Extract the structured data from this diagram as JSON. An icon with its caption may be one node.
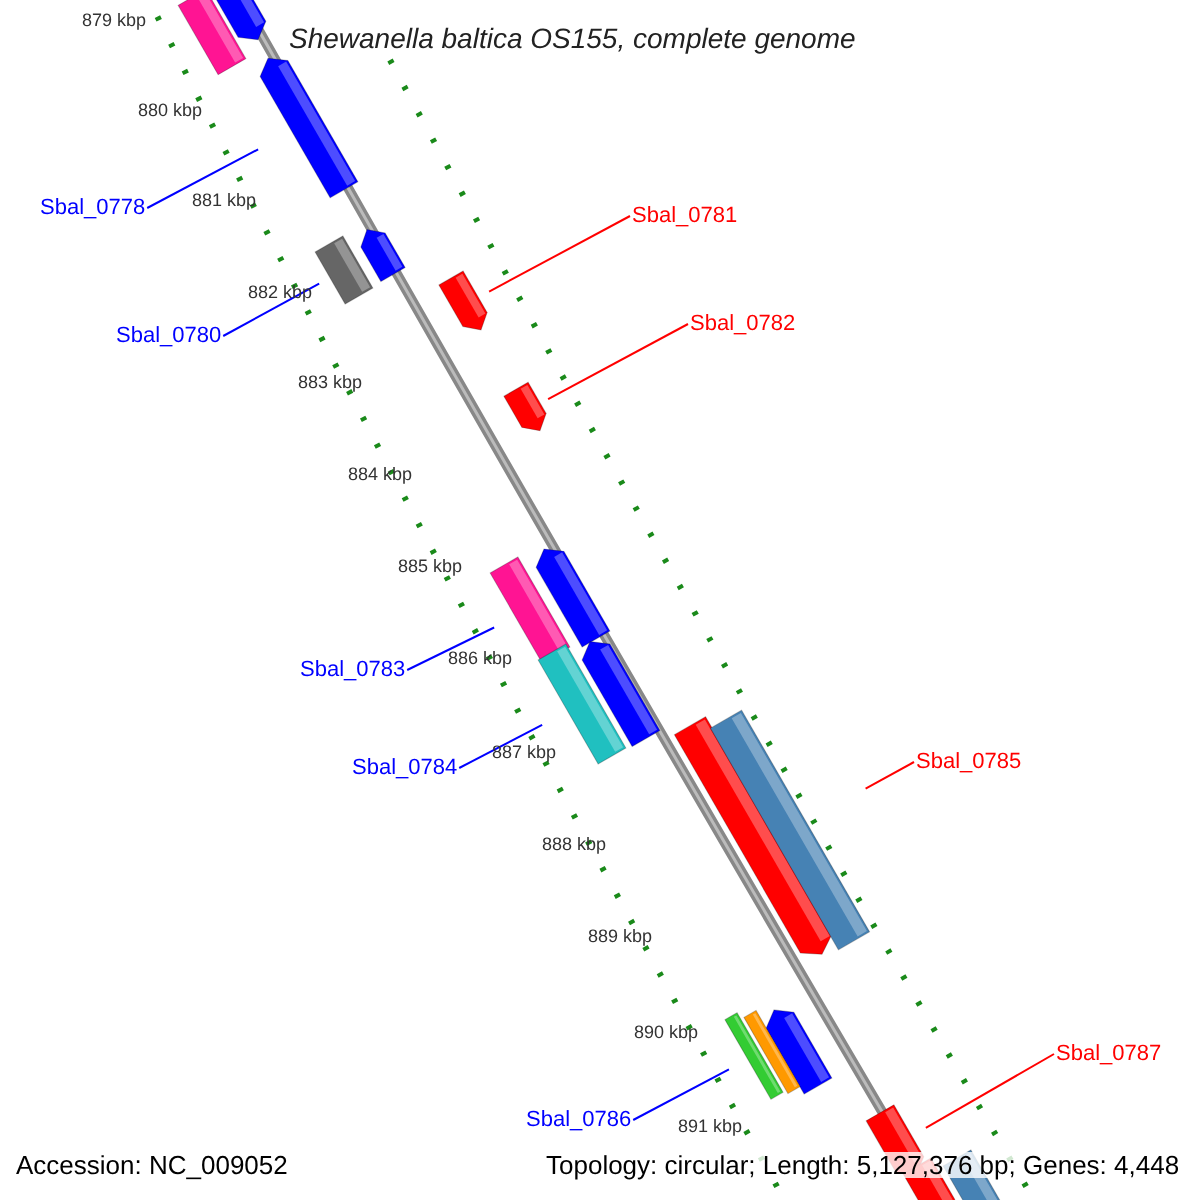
{
  "diagram": {
    "title": "Shewanella baltica OS155, complete genome",
    "nodes": [
      {
        "text": [
          "Sbal_0778"
        ]
      },
      {
        "text": [
          "Sbal_0780"
        ]
      },
      {
        "text": [
          "Sbal_0781"
        ]
      },
      {
        "text": [
          "Sbal_0782"
        ]
      },
      {
        "text": [
          "Sbal_0783"
        ]
      },
      {
        "text": [
          "Sbal_0784"
        ]
      },
      {
        "text": [
          "Sbal_0785"
        ]
      },
      {
        "text": [
          "Sbal_0786"
        ]
      },
      {
        "text": [
          "Sbal_0787"
        ]
      },
      {
        "text": [],
        "shape": "bar"
      },
      {
        "text": [],
        "shape": "bar"
      },
      {
        "text": [],
        "shape": "bar"
      },
      {
        "text": [],
        "shape": "bar"
      },
      {
        "text": [],
        "shape": "bar"
      },
      {
        "text": [],
        "shape": "bar"
      },
      {
        "text": [],
        "shape": "bar"
      },
      {
        "text": [],
        "shape": "bar"
      },
      {
        "text": [],
        "shape": "bar"
      },
      {
        "text": [],
        "shape": "bar"
      },
      {
        "text": [],
        "shape": "bar"
      },
      {
        "text": [],
        "shape": "bar"
      },
      {
        "text": [],
        "shape": "bar"
      },
      {
        "text": [],
        "shape": "bar"
      },
      {
        "text": [],
        "shape": "bar"
      },
      {
        "text": [],
        "shape": "bar"
      },
      {
        "text": [],
        "shape": "bar"
      },
      {
        "text": [],
        "shape": "bar"
      },
      {
        "text": [],
        "shape": "bar"
      }
    ],
    "edges": [
      {
        "from": 0,
        "to": 11,
        "arrow": "none",
        "color": "#0000ff"
      },
      {
        "from": 1,
        "to": 13,
        "arrow": "none",
        "color": "#0000ff"
      },
      {
        "from": 2,
        "to": 14,
        "arrow": "none",
        "color": "#ff0000"
      },
      {
        "from": 3,
        "to": 15,
        "arrow": "none",
        "color": "#ff0000"
      },
      {
        "from": 4,
        "to": 17,
        "arrow": "none",
        "color": "#0000ff"
      },
      {
        "from": 5,
        "to": 19,
        "arrow": "none",
        "color": "#0000ff"
      },
      {
        "from": 6,
        "to": 21,
        "arrow": "none",
        "color": "#ff0000"
      },
      {
        "from": 7,
        "to": 24,
        "arrow": "none",
        "color": "#0000ff"
      },
      {
        "from": 8,
        "to": 25,
        "arrow": "none",
        "color": "#ff0000"
      }
    ],
    "labels": [
      "879 kbp",
      "880 kbp",
      "881 kbp",
      "882 kbp",
      "883 kbp",
      "884 kbp",
      "885 kbp",
      "886 kbp",
      "887 kbp",
      "888 kbp",
      "889 kbp",
      "890 kbp",
      "891 kbp",
      "Accession: NC_009052",
      "Topology: circular; Length: 5,127,376 bp; Genes: 4,448"
    ]
  }
}
